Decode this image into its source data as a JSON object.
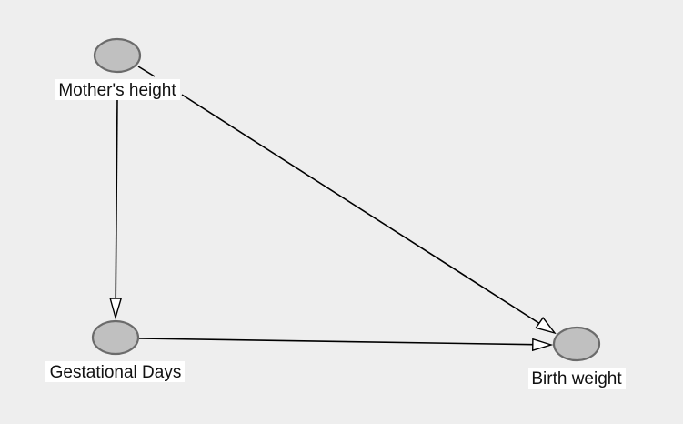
{
  "diagram": {
    "background_color": "#eeeeee",
    "node_fill_color": "#c0c0c0",
    "node_stroke_color": "#6b6b6b",
    "edge_color": "#000000",
    "nodes": [
      {
        "id": "mothers_height",
        "label": "Mother's height"
      },
      {
        "id": "gestational_days",
        "label": "Gestational Days"
      },
      {
        "id": "birth_weight",
        "label": "Birth weight"
      }
    ],
    "edges": [
      {
        "from": "mothers_height",
        "to": "gestational_days"
      },
      {
        "from": "mothers_height",
        "to": "birth_weight"
      },
      {
        "from": "gestational_days",
        "to": "birth_weight"
      }
    ]
  }
}
